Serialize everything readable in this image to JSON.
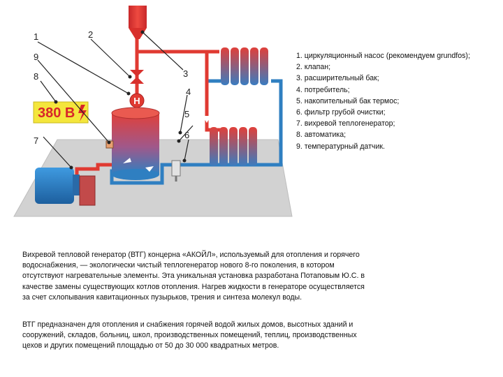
{
  "callouts": [
    "1",
    "2",
    "3",
    "4",
    "5",
    "6",
    "7",
    "8",
    "9"
  ],
  "voltage_sign": "380 В",
  "legend": [
    "1. циркуляционный насос (рекомендуем grundfos);",
    "2. клапан;",
    "3. расширительный бак;",
    "4. потребитель;",
    "5. накопительный бак термос;",
    "6. фильтр грубой очистки;",
    "7. вихревой теплогенератор;",
    "8. автоматика;",
    "9. температурный датчик."
  ],
  "pump_letter": "Н",
  "description": [
    "Вихревой тепловой генератор (ВТГ) концерна «АКОЙЛ», используемый для отопления и горячего водоснабжения, — экологически чистый теплогенератор нового 8-го поколения, в котором отсутствуют нагревательные элементы. Эта уникальная установка разработана Потаповым Ю.С. в качестве замены существующих котлов отопления. Нагрев жидкости в генераторе осуществляется за счет схлопывания кавитационных пузырьков, трения и синтеза молекул воды.",
    "ВТГ предназначен для отопления и снабжения горячей водой жилых домов, высотных зданий и сооружений, складов, больниц, школ, производственных помещений, теплиц, производственных цехов и других помещений площадью от 50 до 30 000 квадратных метров."
  ],
  "colors": {
    "hot": "#e03a32",
    "cold": "#2f7fc1",
    "floor": "#d2d2d2",
    "sign": "#f4e63c",
    "sign_text": "#d8262a"
  }
}
